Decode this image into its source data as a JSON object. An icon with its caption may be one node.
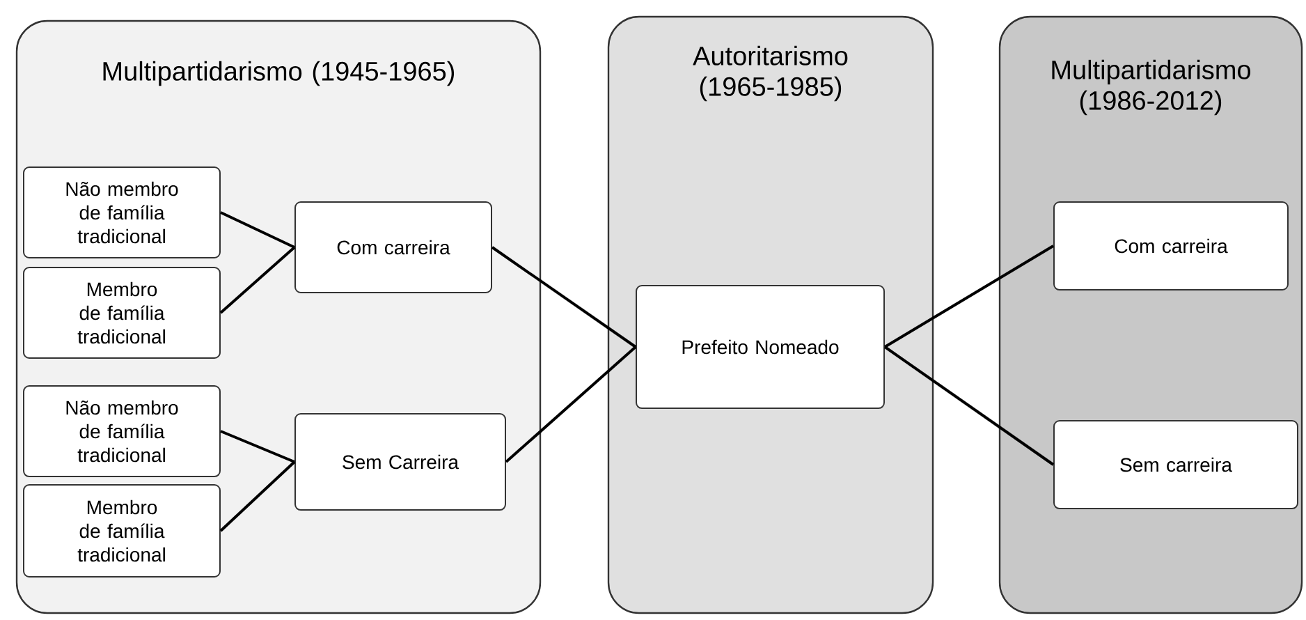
{
  "diagram": {
    "nodes": [
      {
        "text": [
          "Multipartidarismo (1945-1965)"
        ]
      },
      {
        "text": [
          "Não membro de família tradicional"
        ],
        "in": 0
      },
      {
        "text": [
          "Membro de família tradicional"
        ],
        "in": 0
      },
      {
        "text": [
          "Com carreira"
        ],
        "in": 0
      },
      {
        "text": [
          "Não membro de família tradicional"
        ],
        "in": 0
      },
      {
        "text": [
          "Membro de família tradicional"
        ],
        "in": 0
      },
      {
        "text": [
          "Sem Carreira"
        ],
        "in": 0
      },
      {
        "text": [
          "Autoritarismo (1965-1985)"
        ]
      },
      {
        "text": [
          "Prefeito Nomeado"
        ],
        "in": 7
      },
      {
        "text": [
          "Multipartidarismo (1986-2012)"
        ]
      },
      {
        "text": [
          "Com carreira"
        ],
        "in": 9
      },
      {
        "text": [
          "Sem carreira"
        ],
        "in": 9
      }
    ],
    "edges": [
      {
        "from": 1,
        "to": 3,
        "arrow": "none"
      },
      {
        "from": 2,
        "to": 3,
        "arrow": "none"
      },
      {
        "from": 4,
        "to": 6,
        "arrow": "none"
      },
      {
        "from": 5,
        "to": 6,
        "arrow": "none"
      },
      {
        "from": 3,
        "to": 8,
        "arrow": "none"
      },
      {
        "from": 6,
        "to": 8,
        "arrow": "none"
      },
      {
        "from": 8,
        "to": 10,
        "arrow": "none"
      },
      {
        "from": 8,
        "to": 11,
        "arrow": "none"
      }
    ]
  }
}
